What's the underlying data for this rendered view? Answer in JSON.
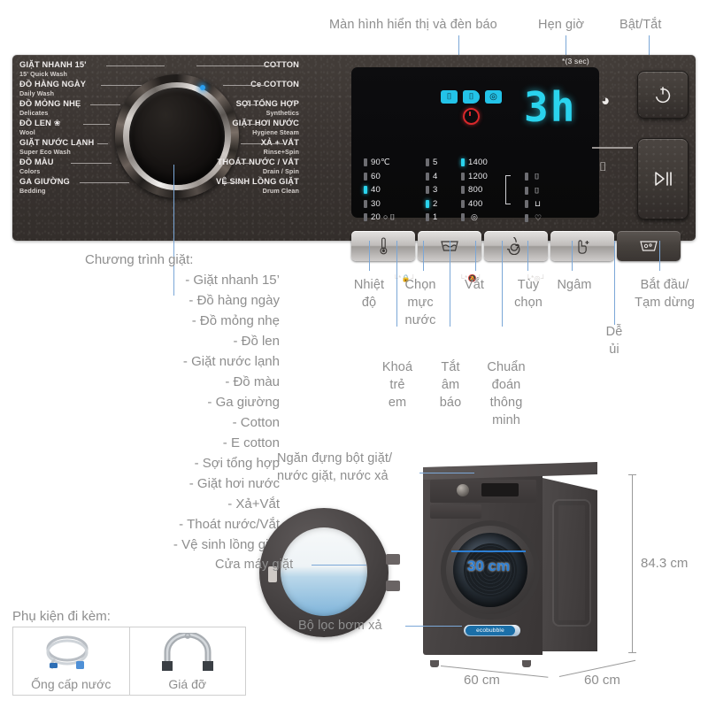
{
  "top_callouts": {
    "display": "Màn hình hiển thị và đèn báo",
    "timer": "Hẹn giờ",
    "power": "Bật/Tắt"
  },
  "panel": {
    "note_3sec": "*(3 sec)",
    "programs_left": [
      {
        "vi": "GIẶT NHANH 15'",
        "en": "15' Quick Wash"
      },
      {
        "vi": "ĐỒ HÀNG NGÀY",
        "en": "Daily Wash"
      },
      {
        "vi": "ĐỒ MỎNG NHẸ",
        "en": "Delicates"
      },
      {
        "vi": "ĐỒ LEN",
        "en": "Wool"
      },
      {
        "vi": "GIẶT NƯỚC LẠNH",
        "en": "Super Eco Wash"
      },
      {
        "vi": "ĐỒ MÀU",
        "en": "Colors"
      },
      {
        "vi": "GA GIƯỜNG",
        "en": "Bedding"
      }
    ],
    "programs_right": [
      {
        "vi": "COTTON",
        "en": ""
      },
      {
        "vi": "Ce COTTON",
        "en": ""
      },
      {
        "vi": "SỢI TỔNG HỢP",
        "en": "Synthetics"
      },
      {
        "vi": "GIẶT HƠI NƯỚC",
        "en": "Hygiene Steam"
      },
      {
        "vi": "XẢ + VẮT",
        "en": "Rinse+Spin"
      },
      {
        "vi": "THOÁT NƯỚC / VẮT",
        "en": "Drain / Spin"
      },
      {
        "vi": "VỆ SINH LỒNG GIẶT",
        "en": "Drum Clean"
      }
    ],
    "display_value": "3h",
    "status_icons": [
      "bubble-icon",
      "wash-icon",
      "spin-icon",
      "delay-timer-icon"
    ],
    "temperature_column": [
      {
        "label": "90℃",
        "on": false
      },
      {
        "label": "60",
        "on": false
      },
      {
        "label": "40",
        "on": true
      },
      {
        "label": "30",
        "on": false
      },
      {
        "label": "20",
        "on": false,
        "glyph": "○ ⌷"
      }
    ],
    "rinse_column": [
      {
        "label": "5",
        "on": false
      },
      {
        "label": "4",
        "on": false
      },
      {
        "label": "3",
        "on": false
      },
      {
        "label": "2",
        "on": true
      },
      {
        "label": "1",
        "on": false
      }
    ],
    "spin_column": [
      {
        "label": "1400",
        "on": true
      },
      {
        "label": "1200",
        "on": false
      },
      {
        "label": "800",
        "on": false
      },
      {
        "label": "400",
        "on": false
      },
      {
        "label": "",
        "on": false,
        "glyph": "◎"
      }
    ],
    "option_column": [
      {
        "label": "",
        "on": false,
        "glyph": "⌷"
      },
      {
        "label": "",
        "on": false,
        "glyph": "⌷"
      },
      {
        "label": "",
        "on": false,
        "glyph": "⊔"
      },
      {
        "label": "",
        "on": false,
        "glyph": "♡"
      }
    ],
    "soft_buttons": [
      {
        "name": "temperature-button",
        "glyph": "🌡"
      },
      {
        "name": "water-level-button",
        "glyph": "⌷"
      },
      {
        "name": "spin-button",
        "glyph": "◎"
      },
      {
        "name": "options-button",
        "glyph": "☞"
      },
      {
        "name": "soak-button",
        "glyph": "⌷"
      }
    ],
    "sub_labels": [
      {
        "text": "⌐*🔒¬"
      },
      {
        "text": "⌐*🔕¬"
      },
      {
        "text": "⌐*◎¬"
      }
    ],
    "power_glyph": "⏻",
    "start_glyph": "▷ǁ",
    "timer_glyph": "◕",
    "easy_iron_glyph": "⌷"
  },
  "program_list": {
    "header": "Chương trình giặt:",
    "items": [
      "- Giặt nhanh 15’",
      "- Đồ hàng ngày",
      "- Đồ mỏng nhẹ",
      "- Đồ len",
      "- Giặt nước lạnh",
      "- Đồ màu",
      "- Ga giường",
      "- Cotton",
      "- E cotton",
      "- Sợi tổng hợp",
      "- Giặt hơi nước",
      "- Xả+Vắt",
      "- Thoát nước/Vắt",
      "- Vệ sinh lồng giặt"
    ]
  },
  "button_callouts": {
    "temperature": "Nhiệt\nđộ",
    "water_level": "Chọn\nmực\nnước",
    "spin": "Vắt",
    "options": "Tùy\nchọn",
    "soak": "Ngâm",
    "start_pause": "Bắt đầu/\nTạm dừng",
    "child_lock": "Khoá\ntrẻ\nem",
    "sound_off": "Tắt\nâm\nbáo",
    "smart_diagnosis": "Chuẩn\nđoán\nthông\nminh",
    "easy_iron": "Dễ\nủi"
  },
  "machine_callouts": {
    "detergent_drawer": "Ngăn đựng bột giặt/\nnước giặt, nước xả",
    "door": "Cửa máy giặt",
    "pump_filter": "Bộ lọc bơm xả"
  },
  "dimensions": {
    "height": "84.3 cm",
    "width": "60 cm",
    "depth": "60 cm",
    "door_opening": "30 cm"
  },
  "accessories": {
    "title": "Phụ kiện đi kèm:",
    "items": [
      {
        "label": "Ống cấp nước",
        "icon": "water-hose-icon"
      },
      {
        "label": "Giá đỡ",
        "icon": "bracket-icon"
      }
    ]
  },
  "colors": {
    "panel": "#3b3532",
    "led_cyan": "#2ad4ee",
    "led_red": "#d8282b",
    "callout_line": "#7ba7d7",
    "text_grey": "#8e8e8e",
    "dim_blue": "#2d7fd4"
  }
}
